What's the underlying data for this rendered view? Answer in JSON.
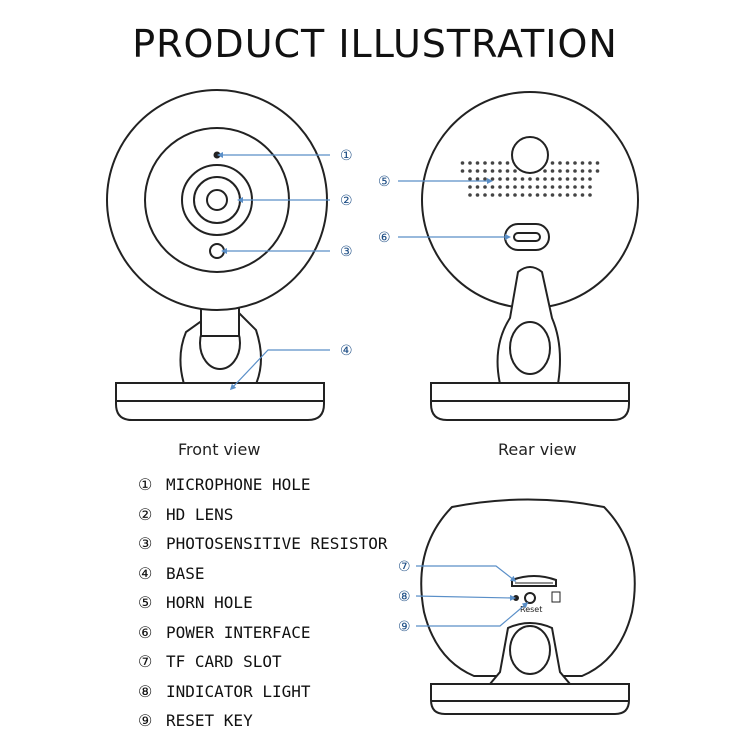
{
  "title": "PRODUCT ILLUSTRATION",
  "views": {
    "front": "Front view",
    "rear": "Rear view"
  },
  "callouts": [
    "①",
    "②",
    "③",
    "④",
    "⑤",
    "⑥",
    "⑦",
    "⑧",
    "⑨"
  ],
  "legend": [
    {
      "num": "①",
      "label": "MICROPHONE HOLE"
    },
    {
      "num": "②",
      "label": "HD LENS"
    },
    {
      "num": "③",
      "label": "PHOTOSENSITIVE RESISTOR"
    },
    {
      "num": "④",
      "label": "BASE"
    },
    {
      "num": "⑤",
      "label": "HORN HOLE"
    },
    {
      "num": "⑥",
      "label": "POWER INTERFACE"
    },
    {
      "num": "⑦",
      "label": "TF CARD SLOT"
    },
    {
      "num": "⑧",
      "label": "INDICATOR LIGHT"
    },
    {
      "num": "⑨",
      "label": "RESET KEY"
    }
  ],
  "reset_text": "Reset",
  "colors": {
    "outline": "#222222",
    "leader": "#5a8fc8",
    "callout_text": "#1f4f86"
  }
}
